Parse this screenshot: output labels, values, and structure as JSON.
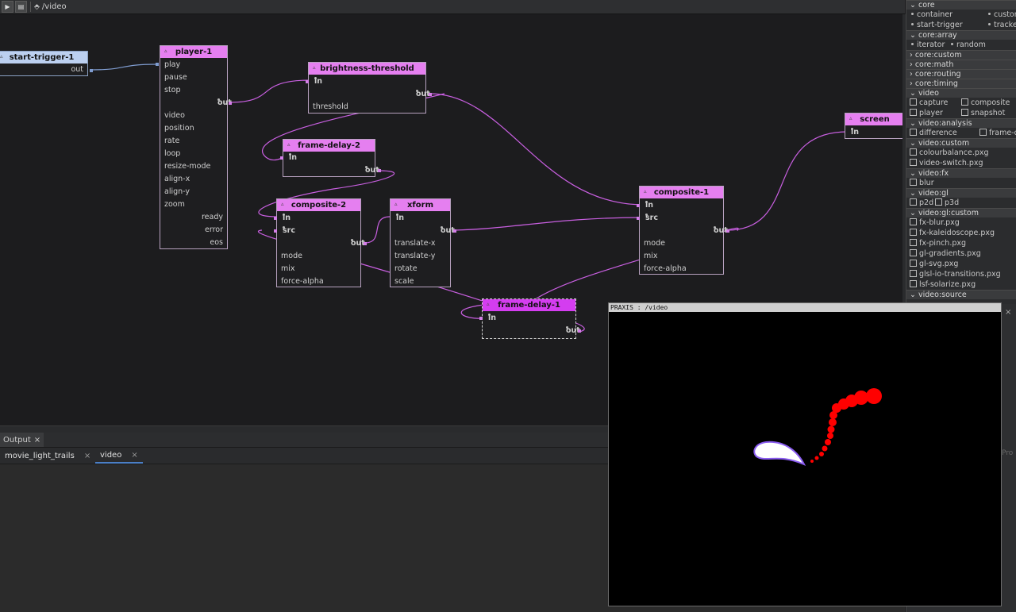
{
  "toolbar": {
    "run_icon": "play-icon",
    "save_icon": "save-icon",
    "breadcrumb_icon": "graph-icon",
    "breadcrumb": "/video"
  },
  "nodes": {
    "start_trigger": {
      "title": "start-trigger-1",
      "ports": {
        "out": "out"
      }
    },
    "player": {
      "title": "player-1",
      "ports": {
        "play": "play",
        "pause": "pause",
        "stop": "stop",
        "out": "out",
        "video": "video",
        "position": "position",
        "rate": "rate",
        "loop": "loop",
        "resize_mode": "resize-mode",
        "align_x": "align-x",
        "align_y": "align-y",
        "zoom": "zoom",
        "ready": "ready",
        "error": "error",
        "eos": "eos"
      }
    },
    "brightness": {
      "title": "brightness-threshold",
      "ports": {
        "in": "in",
        "out": "out",
        "threshold": "threshold"
      }
    },
    "frame_delay_2": {
      "title": "frame-delay-2",
      "ports": {
        "in": "in",
        "out": "out"
      }
    },
    "composite_2": {
      "title": "composite-2",
      "ports": {
        "in": "in",
        "src": "src",
        "out": "out",
        "mode": "mode",
        "mix": "mix",
        "force_alpha": "force-alpha"
      }
    },
    "xform": {
      "title": "xform",
      "ports": {
        "in": "in",
        "out": "out",
        "translate_x": "translate-x",
        "translate_y": "translate-y",
        "rotate": "rotate",
        "scale": "scale"
      }
    },
    "frame_delay_1": {
      "title": "frame-delay-1",
      "ports": {
        "in": "in",
        "out": "out"
      }
    },
    "composite_1": {
      "title": "composite-1",
      "ports": {
        "in": "in",
        "src": "src",
        "out": "out",
        "mode": "mode",
        "mix": "mix",
        "force_alpha": "force-alpha"
      }
    },
    "screen": {
      "title": "screen",
      "ports": {
        "in": "in"
      }
    }
  },
  "output": {
    "tab": "Output",
    "close": "×"
  },
  "file_tabs": [
    {
      "label": "movie_light_trails",
      "close": "×"
    },
    {
      "label": "video",
      "close": "×"
    }
  ],
  "palette": {
    "core": {
      "label": "core",
      "items": [
        "container",
        "custom",
        "start-trigger",
        "tracker"
      ]
    },
    "core_array": {
      "label": "core:array",
      "items": [
        "iterator",
        "random"
      ]
    },
    "core_custom": "core:custom",
    "core_math": "core:math",
    "core_routing": "core:routing",
    "core_timing": "core:timing",
    "video": {
      "label": "video",
      "items": [
        "capture",
        "composite",
        "player",
        "snapshot"
      ]
    },
    "video_analysis": {
      "label": "video:analysis",
      "items": [
        "difference",
        "frame-d"
      ]
    },
    "video_custom": {
      "label": "video:custom",
      "items": [
        "colourbalance.pxg",
        "video-switch.pxg"
      ]
    },
    "video_fx": {
      "label": "video:fx",
      "items": [
        "blur"
      ]
    },
    "video_gl": {
      "label": "video:gl",
      "items": [
        "p2d",
        "p3d"
      ]
    },
    "video_gl_custom": {
      "label": "video:gl:custom",
      "items": [
        "fx-blur.pxg",
        "fx-kaleidoscope.pxg",
        "fx-pinch.pxg",
        "gl-gradients.pxg",
        "gl-svg.pxg",
        "glsl-io-transitions.pxg",
        "lsf-solarize.pxg"
      ]
    },
    "video_source": "video:source",
    "close": "×",
    "partial_label": "Pro"
  },
  "preview": {
    "title": "PRAXIS : /video"
  },
  "colors": {
    "node_header": "#e57ff0",
    "trigger_header": "#bcd0f0",
    "wire": "#c85fe0",
    "trail_red": "#ff0000"
  }
}
